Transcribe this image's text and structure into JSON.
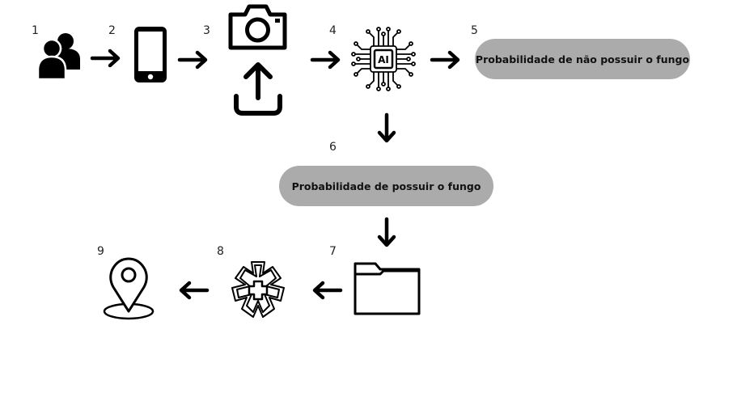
{
  "steps": [
    "1",
    "2",
    "3",
    "4",
    "5",
    "6",
    "7",
    "8",
    "9"
  ],
  "outcomes": {
    "no_fungus": "Probabilidade de não possuir o fungo",
    "has_fungus": "Probabilidade de possuir o fungo"
  },
  "ai_chip_label": "AI",
  "icons": {
    "users": "users-icon",
    "phone": "smartphone-icon",
    "camera": "camera-icon",
    "upload": "upload-icon",
    "ai": "ai-chip-icon",
    "folder": "folder-icon",
    "medical": "medical-cross-icon",
    "location": "location-pin-icon"
  },
  "colors": {
    "pill": "#ababab",
    "stroke": "#000000"
  }
}
